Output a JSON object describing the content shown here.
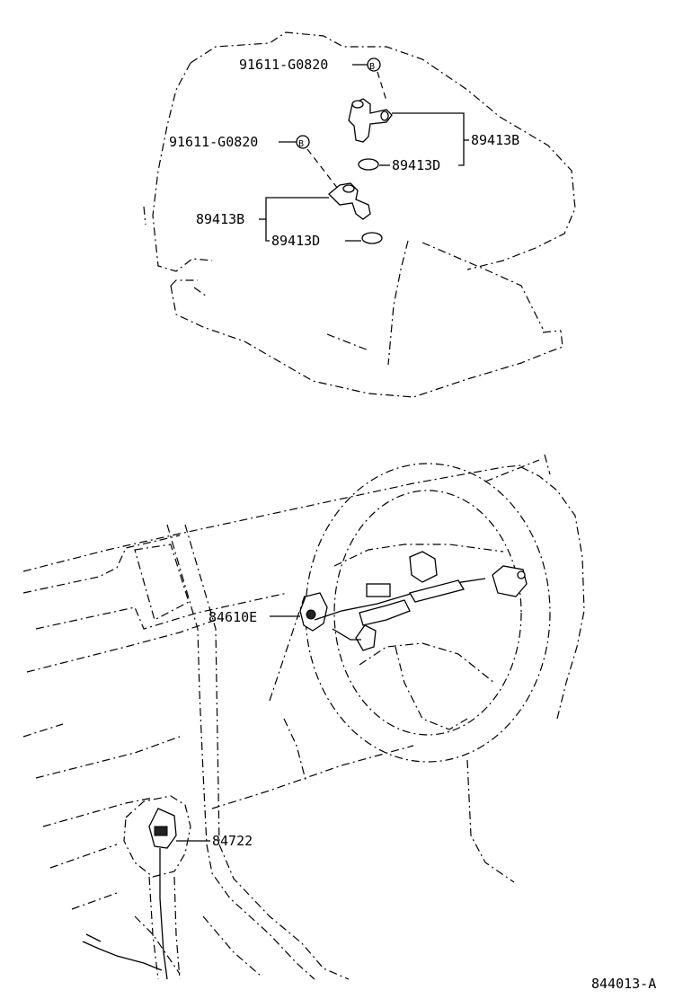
{
  "labels": {
    "bolt_upper": "91611-G0820",
    "bolt_lower": "91611-G0820",
    "sensor_upper": "89413B",
    "washer_upper": "89413D",
    "sensor_lower": "89413B",
    "washer_lower": "89413D",
    "steering_switch": "84610E",
    "shift_switch": "84722",
    "bolt_mark_upper": "B",
    "bolt_mark_lower": "B",
    "diagram_code": "844013-A"
  },
  "icons": {
    "transmission": "transmission-housing-icon",
    "speed_sensor": "speed-sensor-icon",
    "steering_wheel": "steering-wheel-icon",
    "shift_lever": "shift-lever-icon"
  }
}
